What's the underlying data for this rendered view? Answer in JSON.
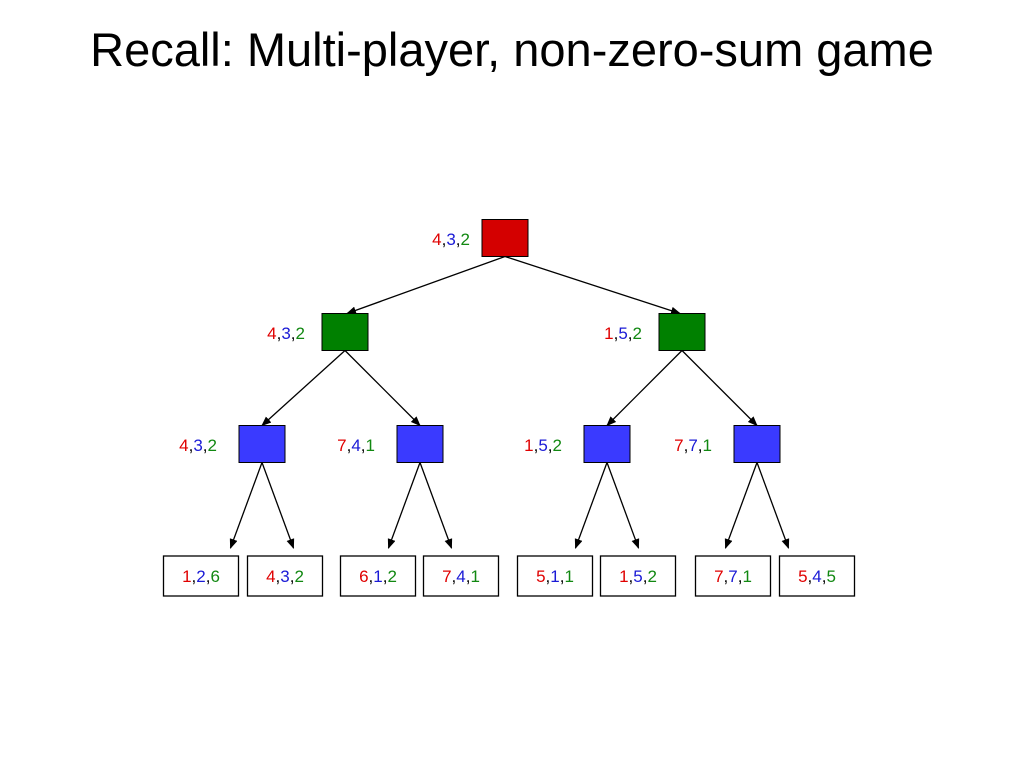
{
  "slide": {
    "title": "Recall: Multi-player, non-zero-sum game"
  },
  "colors": {
    "player1": "#e00000",
    "player2": "#1a1ad6",
    "player3": "#118811",
    "node_player1": "#d40000",
    "node_player2": "#008000",
    "node_player3": "#3a3aff"
  },
  "tree": {
    "root": {
      "player": 1,
      "values": [
        "4",
        "3",
        "2"
      ]
    },
    "level1": [
      {
        "player": 2,
        "values": [
          "4",
          "3",
          "2"
        ]
      },
      {
        "player": 2,
        "values": [
          "1",
          "5",
          "2"
        ]
      }
    ],
    "level2": [
      {
        "player": 3,
        "values": [
          "4",
          "3",
          "2"
        ]
      },
      {
        "player": 3,
        "values": [
          "7",
          "4",
          "1"
        ]
      },
      {
        "player": 3,
        "values": [
          "1",
          "5",
          "2"
        ]
      },
      {
        "player": 3,
        "values": [
          "7",
          "7",
          "1"
        ]
      }
    ],
    "leaves": [
      [
        "1",
        "2",
        "6"
      ],
      [
        "4",
        "3",
        "2"
      ],
      [
        "6",
        "1",
        "2"
      ],
      [
        "7",
        "4",
        "1"
      ],
      [
        "5",
        "1",
        "1"
      ],
      [
        "1",
        "5",
        "2"
      ],
      [
        "7",
        "7",
        "1"
      ],
      [
        "5",
        "4",
        "5"
      ]
    ]
  }
}
